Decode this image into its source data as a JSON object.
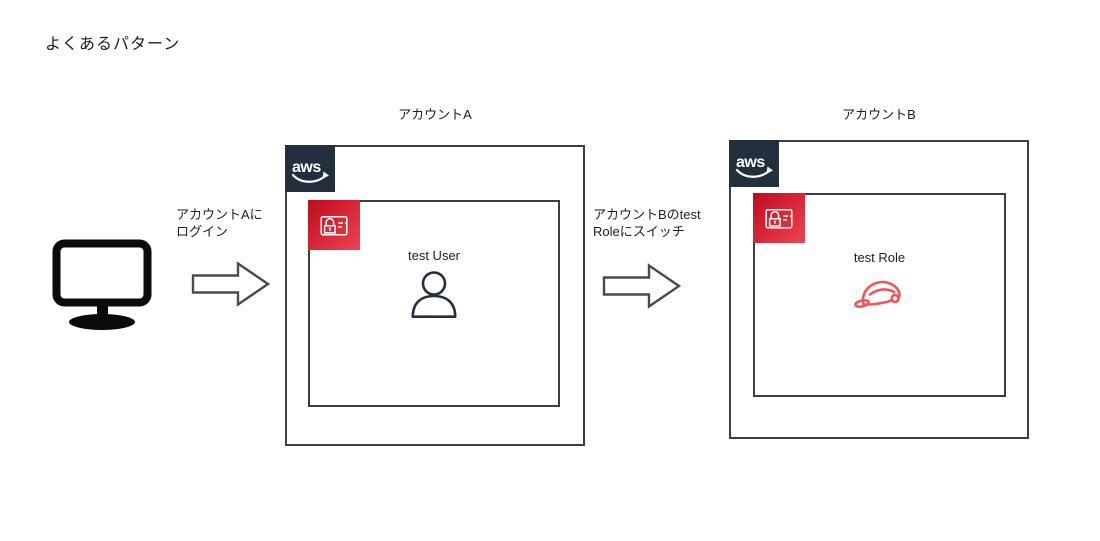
{
  "title": "よくあるパターン",
  "client": {
    "icon": "desktop-monitor-icon"
  },
  "flows": [
    {
      "label": "アカウントAに\nログイン",
      "arrow": "right-block-arrow"
    },
    {
      "label": "アカウントBのtest\nRoleにスイッチ",
      "arrow": "right-block-arrow"
    }
  ],
  "accounts": [
    {
      "name": "アカウントA",
      "logo_text": "aws",
      "service_icon": "iam-icon",
      "entity": {
        "label": "test User",
        "icon": "iam-user-icon"
      }
    },
    {
      "name": "アカウントB",
      "logo_text": "aws",
      "service_icon": "iam-icon",
      "entity": {
        "label": "test Role",
        "icon": "iam-role-hat-icon"
      }
    }
  ],
  "colors": {
    "aws_navy": "#232f3e",
    "iam_grad_a": "#bd0b1e",
    "iam_grad_b": "#f04350",
    "role_red": "#f2545b",
    "user_navy": "#232f3e",
    "border": "#3d3d3d",
    "arrow": "#4a4a4a",
    "text": "#1d1d1d",
    "monitor": "#0b0b0b"
  }
}
